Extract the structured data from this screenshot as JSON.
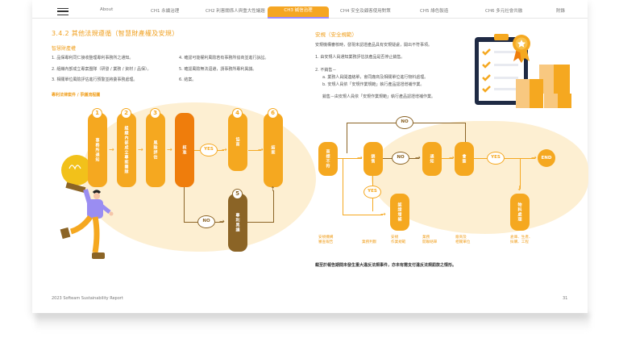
{
  "nav": {
    "tabs": [
      {
        "label": "About"
      },
      {
        "label": "CH1 永續治理"
      },
      {
        "label": "CH2 利害關係人與重大性議題"
      },
      {
        "label": "CH3 誠信治理"
      },
      {
        "label": "CH4 安全及顧客使用對策"
      },
      {
        "label": "CH5 綠色製造"
      },
      {
        "label": "CH6 多元社會共融"
      },
      {
        "label": "附錄"
      }
    ],
    "active_index": 3,
    "accent_color": "#f5a623"
  },
  "left": {
    "title": "3.4.2 其他法規遵循（智慧財產權及安規）",
    "ip_heading": "智慧財產權",
    "ip_items": [
      "1. 品保專利同仁接收整理專利事務所之通知。",
      "2. 組織內部成立專案團隊（研發 / 業務 / 資材 / 品保）。",
      "3. 相關單位風險評估進行預警並將彙事務處理。",
      "4. 確認可能權利風險若有事務所協商並進行訴訟。",
      "5. 確認風險無法迴避，請事務所專利異議。",
      "6. 結案。"
    ],
    "flow_heading": "專利法律案件 / 爭議流程圖",
    "flow": {
      "steps": [
        {
          "num": "1",
          "label": "事務所通知"
        },
        {
          "num": "2",
          "label": "組織內部成立專案團隊"
        },
        {
          "num": "3",
          "label": "風險評估"
        },
        {
          "num": "",
          "label": "核准"
        },
        {
          "num": "4",
          "label": "協商"
        },
        {
          "num": "5",
          "label": "專利異議"
        },
        {
          "num": "6",
          "label": "結案"
        }
      ],
      "yes_label": "YES",
      "no_label": "NO"
    }
  },
  "right": {
    "title": "安規（安全規範）",
    "intro": "安規機構審核時，發現未認證產品具有安規疑慮，開出不符事項。",
    "items": [
      "1. 由安規人員通知業務評估該產品是否停止銷售。",
      "2. 不銷售－"
    ],
    "subitems": [
      "a. 業務人員開連絡單，會同廠商及相關單位進行物料處理。",
      "b. 安規人員依「安規作業規範」執行產品認證增補作業。"
    ],
    "sell_line": "銷售－由安規人員依「安規作業規範」執行產品認證增補作業。",
    "flow": {
      "nodes": [
        {
          "label": "商標不符"
        },
        {
          "label": "銷售"
        },
        {
          "label": "通知"
        },
        {
          "label": "會簽"
        },
        {
          "label": "認證增補"
        },
        {
          "label": "物料處理"
        }
      ],
      "end_label": "END",
      "yes_label": "YES",
      "no_label": "NO",
      "bottom_labels": [
        "安規機構\n審查報告",
        "業務判斷",
        "安規\n作業規範",
        "業務\n開聯絡單",
        "廠商及\n相關單位",
        "倉庫、生產、\n採購、工程"
      ]
    },
    "conclusion": "截至於報告期間未發生重大違反法規事件，亦未有需支付違反法規罰款之情形。"
  },
  "footer": {
    "report_name": "2023 Softeam Sustainability Report",
    "page_number": "31"
  }
}
